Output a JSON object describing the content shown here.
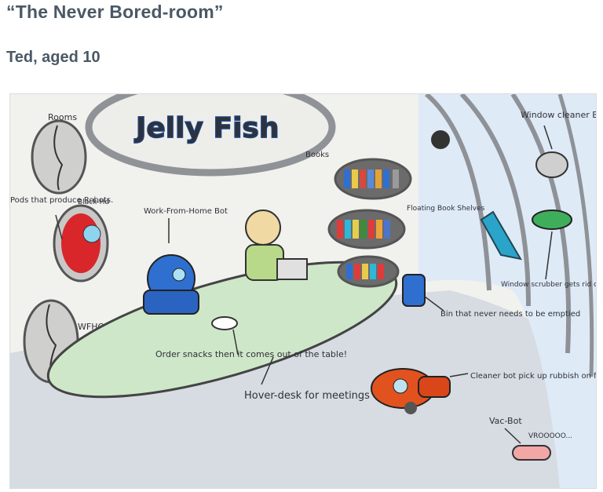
{
  "header": {
    "title": "“The Never Bored-room”",
    "byline": "Ted, aged 10"
  },
  "drawing": {
    "labels": {
      "logo": "Jelly Fish",
      "rooms_top": "Rooms",
      "pods": "Pods that produce Robots.",
      "pod_tag": "Black-Hd",
      "wfho": "WFHO",
      "work_from_home_bot": "Work-From-Home Bot",
      "books": "Books",
      "floating_shelves": "Floating Book Shelves",
      "window_cleaner_bot": "Window cleaner Bot",
      "window_scrubber": "Window scrubber gets rid of bird poo.",
      "bin": "Bin that never needs to be emptied",
      "order_snacks": "Order snacks then it comes out of the table!",
      "hover_desk": "Hover-desk for meetings",
      "cleaner_bot": "Cleaner bot pick up rubbish on floor",
      "vac_bot": "Vac-Bot",
      "vrooo": "VROOOOO..."
    }
  }
}
